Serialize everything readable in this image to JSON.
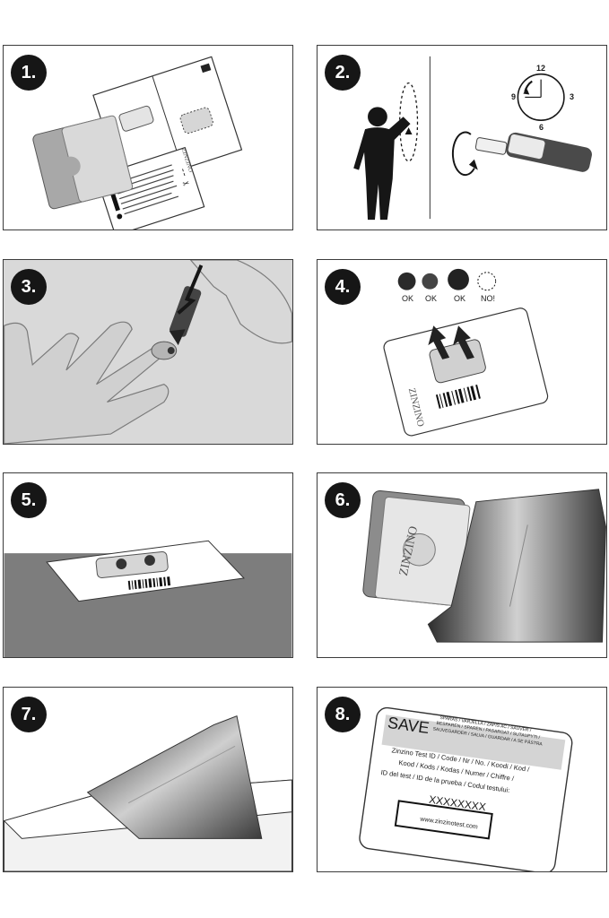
{
  "steps": [
    {
      "number": "1."
    },
    {
      "number": "2.",
      "clock": {
        "n12": "12",
        "n3": "3",
        "n6": "6",
        "n9": "9"
      }
    },
    {
      "number": "3."
    },
    {
      "number": "4.",
      "drops": [
        "OK",
        "OK",
        "OK",
        "NO!"
      ]
    },
    {
      "number": "5."
    },
    {
      "number": "6."
    },
    {
      "number": "7."
    },
    {
      "number": "8.",
      "card": {
        "save": "SAVE",
        "save_translations": [
          "SPARAS / VARJELLA / ZAPIS AC / SAUVER /",
          "BESPAREN / SPAREN / PASARGAT / SUTAUPYTI /",
          "SAUVEGARDER / SALVA / GUARDAR / A SE PĂSTRA"
        ],
        "id_lines": [
          "Zinzino Test ID / Code / Nr / No. / Koodi / Kod /",
          "Kood / Kods / Kodas / Numer / Chiffre /",
          "ID del test / ID de la prueba / Codul testului:"
        ],
        "code": "XXXXXXXX",
        "url": "www.zinzinotest.com"
      }
    }
  ],
  "brand": "ZINZINO",
  "colors": {
    "ink": "#161616",
    "grey": "#8a8a8a",
    "surface": "#7d7d7d"
  }
}
